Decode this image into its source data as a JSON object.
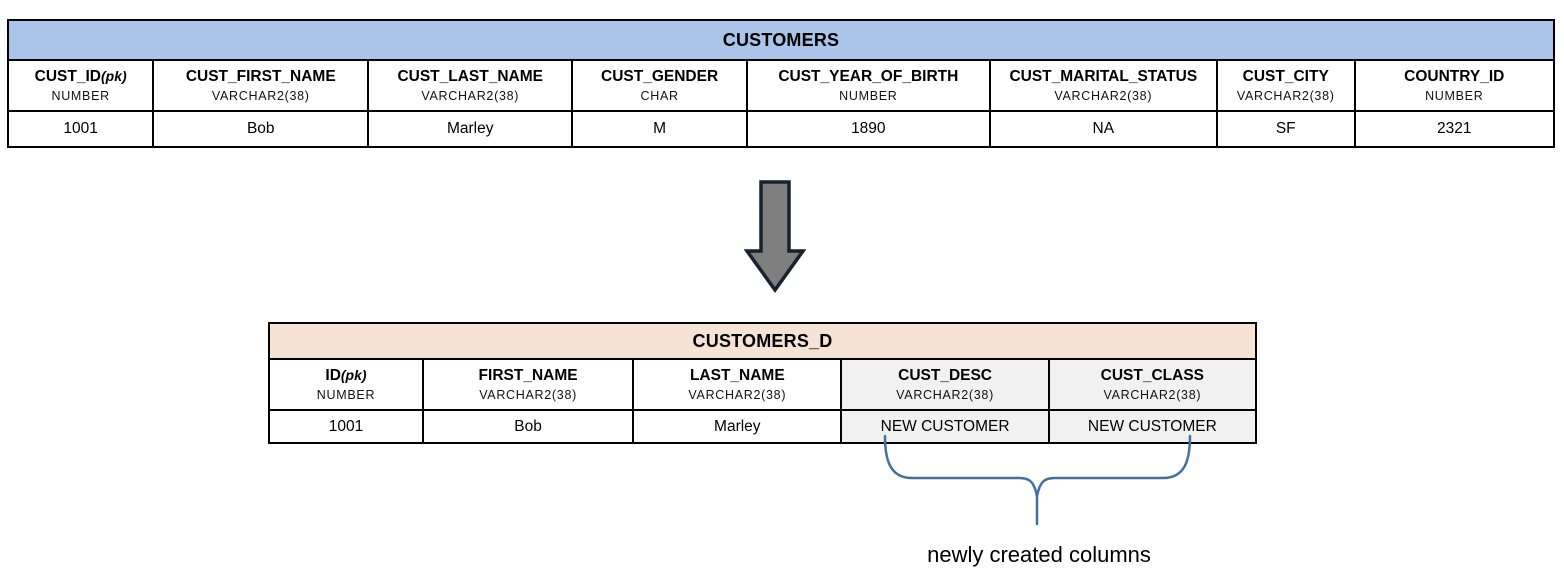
{
  "source_table": {
    "title": "CUSTOMERS",
    "header_bg": "#a9c6e8",
    "columns": [
      {
        "name": "CUST_ID",
        "pk_suffix": "(pk)",
        "type": "NUMBER",
        "value": "1001"
      },
      {
        "name": "CUST_FIRST_NAME",
        "type": "VARCHAR2(38)",
        "value": "Bob"
      },
      {
        "name": "CUST_LAST_NAME",
        "type": "VARCHAR2(38)",
        "value": "Marley"
      },
      {
        "name": "CUST_GENDER",
        "type": "CHAR",
        "value": "M"
      },
      {
        "name": "CUST_YEAR_OF_BIRTH",
        "type": "NUMBER",
        "value": "1890"
      },
      {
        "name": "CUST_MARITAL_STATUS",
        "type": "VARCHAR2(38)",
        "value": "NA"
      },
      {
        "name": "CUST_CITY",
        "type": "VARCHAR2(38)",
        "value": "SF"
      },
      {
        "name": "COUNTRY_ID",
        "type": "NUMBER",
        "value": "2321"
      }
    ]
  },
  "target_table": {
    "title": "CUSTOMERS_D",
    "header_bg": "#f6e3d5",
    "highlight_bg": "#f1f1f1",
    "columns": [
      {
        "name": "ID",
        "pk_suffix": "(pk)",
        "type": "NUMBER",
        "value": "1001"
      },
      {
        "name": "FIRST_NAME",
        "type": "VARCHAR2(38)",
        "value": "Bob"
      },
      {
        "name": "LAST_NAME",
        "type": "VARCHAR2(38)",
        "value": "Marley"
      },
      {
        "name": "CUST_DESC",
        "type": "VARCHAR2(38)",
        "value": "NEW CUSTOMER",
        "highlighted": true
      },
      {
        "name": "CUST_CLASS",
        "type": "VARCHAR2(38)",
        "value": "NEW CUSTOMER",
        "highlighted": true
      }
    ]
  },
  "transform_arrow": {
    "fill": "#7f7f7f",
    "outline": "#16222e"
  },
  "annotation": {
    "label": "newly created columns",
    "brace_color": "#41719c"
  }
}
